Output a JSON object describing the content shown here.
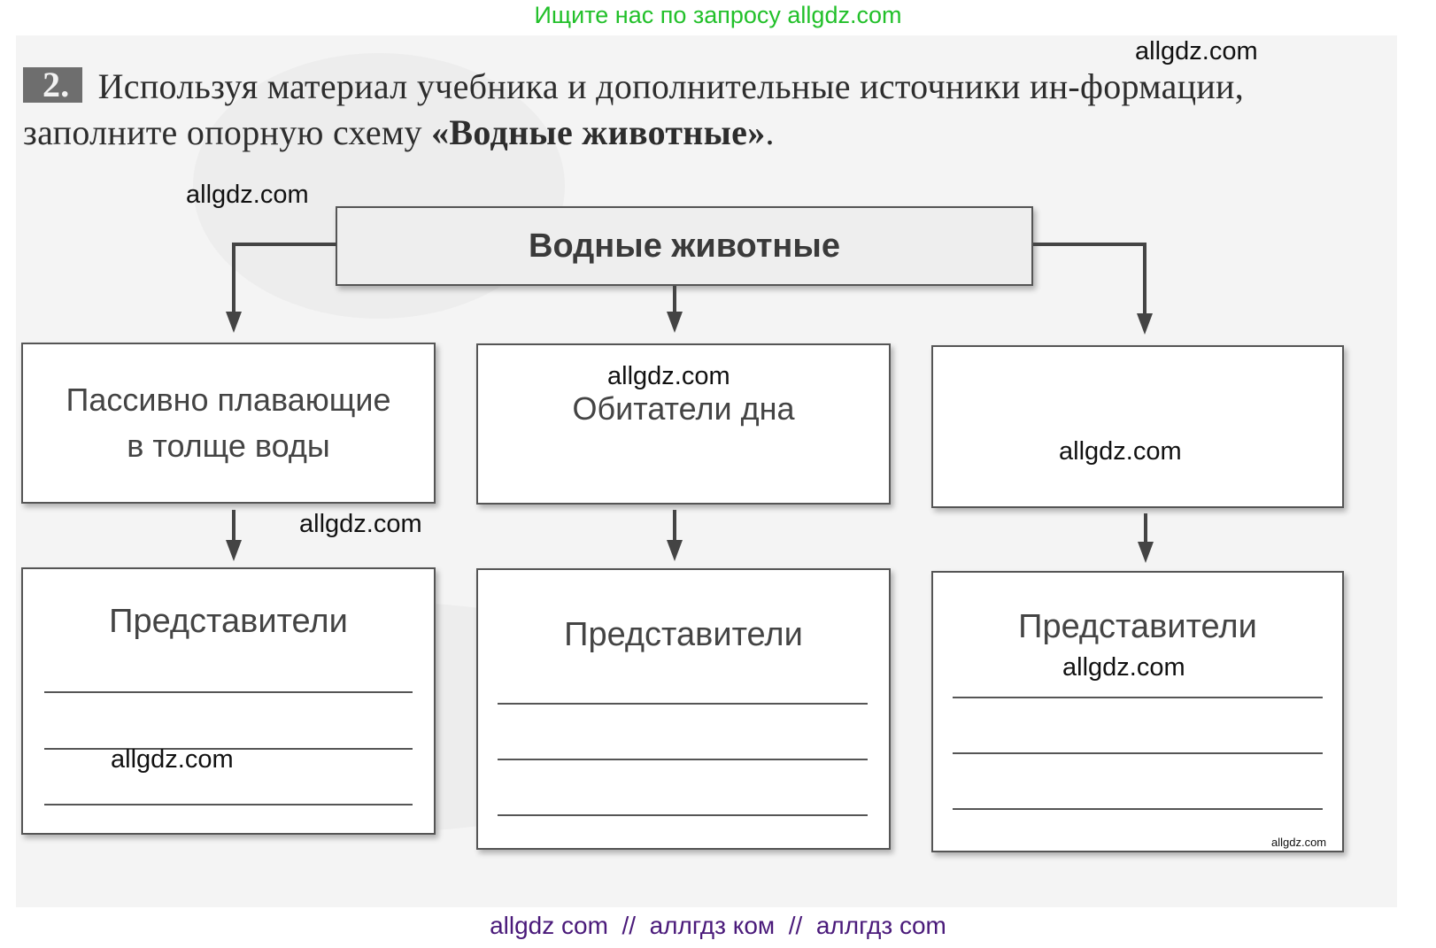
{
  "watermarks": {
    "top_banner": "Ищите нас по запросу allgdz.com",
    "bottom_banner": "allgdz com  //  аллгдз ком  //  аллгдз com",
    "overlay": "allgdz.com"
  },
  "task": {
    "number": "2.",
    "text": "Используя материал учебника и дополнительные источники ин-формации, заполните опорную схему ",
    "scheme_name": "«Водные животные»",
    "end": "."
  },
  "diagram": {
    "root": "Водные животные",
    "categories": [
      {
        "label_line1": "Пассивно плавающие",
        "label_line2": "в толще воды"
      },
      {
        "label_line1": "Обитатели дна",
        "label_line2": ""
      },
      {
        "label_line1": "",
        "label_line2": ""
      }
    ],
    "representatives": [
      {
        "title": "Представители",
        "blank_lines": 3
      },
      {
        "title": "Представители",
        "blank_lines": 3
      },
      {
        "title": "Представители",
        "blank_lines": 3
      }
    ]
  }
}
